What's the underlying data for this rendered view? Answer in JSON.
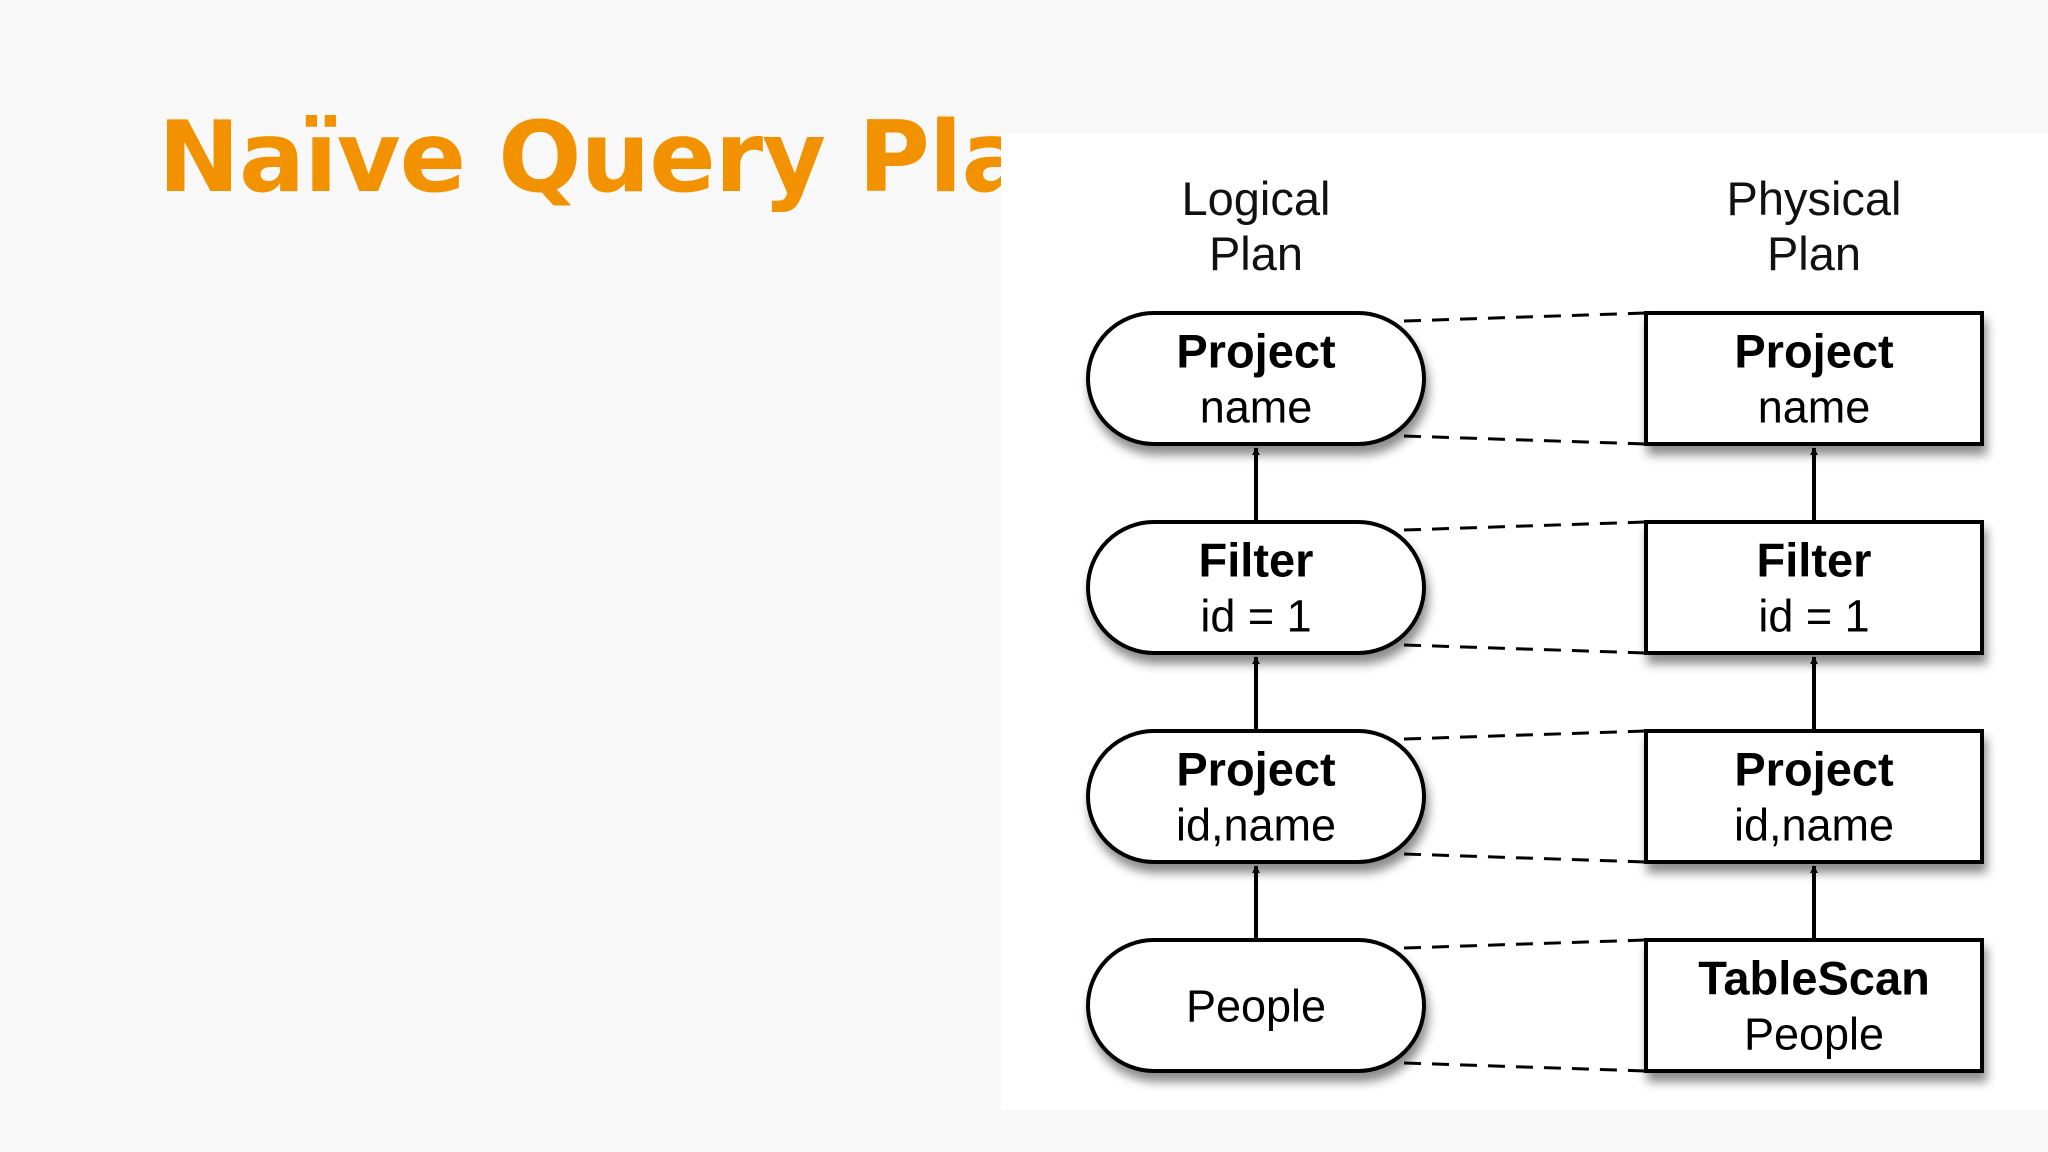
{
  "slide": {
    "title": "Naïve Query Pla",
    "title_color": "#f39200",
    "background": "#f8f8f8"
  },
  "diagram": {
    "columns": [
      {
        "key": "logical",
        "heading_lines": [
          "Logical",
          "Plan"
        ],
        "node_shape": "rounded-pill",
        "nodes": [
          {
            "title": "Project",
            "detail": "name"
          },
          {
            "title": "Filter",
            "detail": "id = 1"
          },
          {
            "title": "Project",
            "detail": "id,name"
          },
          {
            "title": "",
            "detail": "People"
          }
        ]
      },
      {
        "key": "physical",
        "heading_lines": [
          "Physical",
          "Plan"
        ],
        "node_shape": "rectangle",
        "nodes": [
          {
            "title": "Project",
            "detail": "name"
          },
          {
            "title": "Filter",
            "detail": "id = 1"
          },
          {
            "title": "Project",
            "detail": "id,name"
          },
          {
            "title": "TableScan",
            "detail": "People"
          }
        ]
      }
    ],
    "edges": "arrows point upward from each node to the node above",
    "mapping": "dashed lines link each logical node to its physical counterpart"
  }
}
